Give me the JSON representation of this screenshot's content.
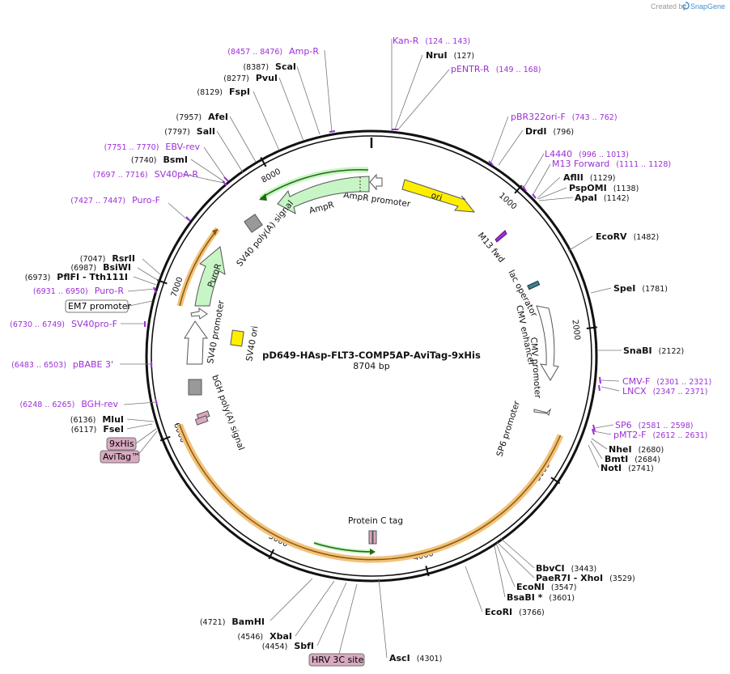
{
  "credit": {
    "prefix": "Created by",
    "brand": "SnapGene"
  },
  "plasmid": {
    "name": "pD649-HAsp-FLT3-COMP5AP-AviTag-9xHis",
    "length_label": "8704 bp",
    "length": 8704
  },
  "ticks": [
    "1000",
    "2000",
    "3000",
    "4000",
    "5000",
    "6000",
    "7000",
    "8000"
  ],
  "sites_right": [
    {
      "name": "Kan-R",
      "pos": "(124 .. 143)",
      "purple": true
    },
    {
      "name": "NruI",
      "pos": "(127)",
      "purple": false
    },
    {
      "name": "pENTR-R",
      "pos": "(149 .. 168)",
      "purple": true
    },
    {
      "name": "pBR322ori-F",
      "pos": "(743 .. 762)",
      "purple": true
    },
    {
      "name": "DrdI",
      "pos": "(796)",
      "purple": false
    },
    {
      "name": "L4440",
      "pos": "(996 .. 1013)",
      "purple": true
    },
    {
      "name": "M13 Forward",
      "pos": "(1111 .. 1128)",
      "purple": true
    },
    {
      "name": "AflII",
      "pos": "(1129)",
      "purple": false
    },
    {
      "name": "PspOMI",
      "pos": "(1138)",
      "purple": false
    },
    {
      "name": "ApaI",
      "pos": "(1142)",
      "purple": false
    },
    {
      "name": "EcoRV",
      "pos": "(1482)",
      "purple": false
    },
    {
      "name": "SpeI",
      "pos": "(1781)",
      "purple": false
    },
    {
      "name": "SnaBI",
      "pos": "(2122)",
      "purple": false
    },
    {
      "name": "CMV-F",
      "pos": "(2301 .. 2321)",
      "purple": true
    },
    {
      "name": "LNCX",
      "pos": "(2347 .. 2371)",
      "purple": true
    },
    {
      "name": "SP6",
      "pos": "(2581 .. 2598)",
      "purple": true
    },
    {
      "name": "pMT2-F",
      "pos": "(2612 .. 2631)",
      "purple": true
    },
    {
      "name": "NheI",
      "pos": "(2680)",
      "purple": false
    },
    {
      "name": "BmtI",
      "pos": "(2684)",
      "purple": false
    },
    {
      "name": "NotI",
      "pos": "(2741)",
      "purple": false
    },
    {
      "name": "BbvCI",
      "pos": "(3443)",
      "purple": false
    },
    {
      "name": "PaeR7I - XhoI",
      "pos": "(3529)",
      "purple": false
    },
    {
      "name": "EcoNI",
      "pos": "(3547)",
      "purple": false
    },
    {
      "name": "BsaBI *",
      "pos": "(3601)",
      "purple": false
    },
    {
      "name": "EcoRI",
      "pos": "(3766)",
      "purple": false
    },
    {
      "name": "AscI",
      "pos": "(4301)",
      "purple": false
    }
  ],
  "sites_left": [
    {
      "name": "Amp-R",
      "pos": "(8457 .. 8476)",
      "purple": true
    },
    {
      "name": "ScaI",
      "pos": "(8387)",
      "purple": false
    },
    {
      "name": "PvuI",
      "pos": "(8277)",
      "purple": false
    },
    {
      "name": "FspI",
      "pos": "(8129)",
      "purple": false
    },
    {
      "name": "AfeI",
      "pos": "(7957)",
      "purple": false
    },
    {
      "name": "SalI",
      "pos": "(7797)",
      "purple": false
    },
    {
      "name": "EBV-rev",
      "pos": "(7751 .. 7770)",
      "purple": true
    },
    {
      "name": "BsmI",
      "pos": "(7740)",
      "purple": false
    },
    {
      "name": "SV40pA-R",
      "pos": "(7697 .. 7716)",
      "purple": true
    },
    {
      "name": "Puro-F",
      "pos": "(7427 .. 7447)",
      "purple": true
    },
    {
      "name": "RsrII",
      "pos": "(7047)",
      "purple": false
    },
    {
      "name": "BsiWI",
      "pos": "(6987)",
      "purple": false
    },
    {
      "name": "PflFI - Tth111I",
      "pos": "(6973)",
      "purple": false
    },
    {
      "name": "Puro-R",
      "pos": "(6931 .. 6950)",
      "purple": true
    },
    {
      "name": "SV40pro-F",
      "pos": "(6730 .. 6749)",
      "purple": true
    },
    {
      "name": "pBABE 3'",
      "pos": "(6483 .. 6503)",
      "purple": true
    },
    {
      "name": "BGH-rev",
      "pos": "(6248 .. 6265)",
      "purple": true
    },
    {
      "name": "MluI",
      "pos": "(6136)",
      "purple": false
    },
    {
      "name": "FseI",
      "pos": "(6117)",
      "purple": false
    },
    {
      "name": "BamHI",
      "pos": "(4721)",
      "purple": false
    },
    {
      "name": "XbaI",
      "pos": "(4546)",
      "purple": false
    },
    {
      "name": "SbfI",
      "pos": "(4454)",
      "purple": false
    }
  ],
  "boxed_labels": [
    "EM7 promoter",
    "9xHis",
    "AviTag™",
    "HRV 3C site"
  ],
  "features": {
    "ori": "ori",
    "ampr_promoter": "AmpR promoter",
    "ampr": "AmpR",
    "sv40_polya": "SV40 poly(A) signal",
    "puror": "PuroR",
    "sv40_promoter": "SV40 promoter",
    "sv40_ori": "SV40 ori",
    "bgh_polya": "bGH poly(A) signal",
    "m13_fwd": "M13 fwd",
    "lac_operator": "lac operator",
    "cmv_enhancer": "CMV enhancer",
    "cmv_promoter": "CMV promoter",
    "sp6_promoter": "SP6 promoter",
    "protein_c_tag": "Protein C tag"
  },
  "colors": {
    "purple": "#9d2fd6",
    "ori": "#ffee00",
    "ampr": "#c8f5c5",
    "orf_band": "#f2c27a",
    "grey_box": "#999999",
    "pink_box": "#d9a9c1"
  }
}
